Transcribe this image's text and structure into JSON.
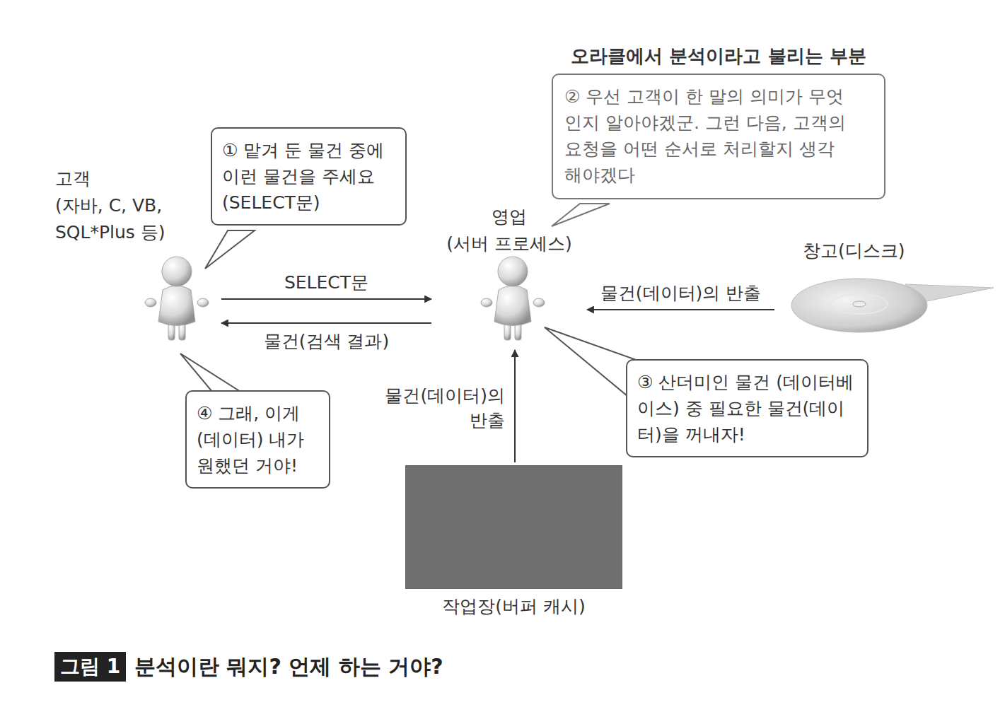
{
  "diagram": {
    "caption": "분석이란 뭐지? 언제 하는 거야?",
    "nodes": [
      {
        "text": [
          "오라클에서 분석이라고 불리는 부분",
          "② 우선 고객이 한 말의 의미가 무엇인지 알아야겠군. 그런 다음, 고객의 요청을 어떤 순서로 처리할지 생각해야겠다"
        ]
      },
      {
        "text": [
          "① 맡겨 둔 물건 중에 이런 물건을 주세요 (SELECT문)"
        ]
      },
      {
        "text": [
          "고객",
          "(자바, C, VB, SQL*Plus 등)"
        ]
      },
      {
        "text": [
          "영업",
          "(서버 프로세스)"
        ]
      },
      {
        "text": [
          "창고(디스크)"
        ]
      },
      {
        "text": [
          "③ 산더미인 물건 (데이터베이스) 중 필요한 물건(데이터)을 꺼내자!"
        ]
      },
      {
        "text": [
          "④ 그래, 이게 (데이터) 내가 원했던 거야!"
        ]
      },
      {
        "text": [
          "작업장(버퍼 캐시)"
        ]
      }
    ],
    "edges": [
      {
        "from": 2,
        "to": 3,
        "label": "SELECT문",
        "arrow": "to"
      },
      {
        "from": 3,
        "to": 2,
        "label": "물건(검색 결과)",
        "arrow": "to"
      },
      {
        "from": 4,
        "to": 3,
        "label": "물건(데이터)의 반출",
        "arrow": "to"
      },
      {
        "from": 7,
        "to": 3,
        "label": "물건(데이터)의 반출",
        "arrow": "to"
      }
    ],
    "labels": [
      "그림 1"
    ]
  }
}
